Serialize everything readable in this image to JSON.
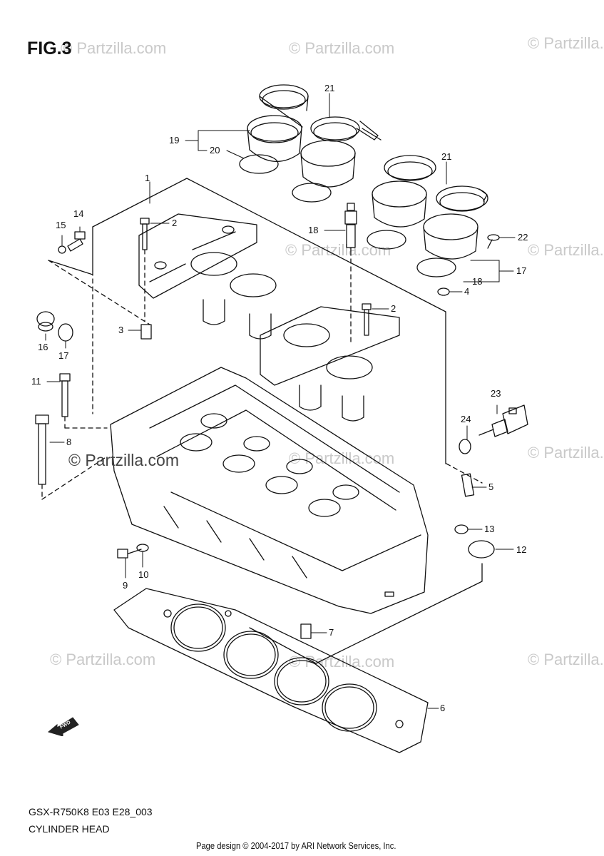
{
  "figure_label": "FIG.3",
  "watermark": "© Partzilla.com",
  "watermark_strong": "© Partzilla.com",
  "model_code": "GSX-R750K8 E03 E28_003",
  "diagram_title": "CYLINDER HEAD",
  "credit": "Page design © 2004-2017 by ARI Network Services, Inc.",
  "forward_label": "FWD",
  "callouts": {
    "c1": "1",
    "c2a": "2",
    "c2b": "2",
    "c3": "3",
    "c4": "4",
    "c5": "5",
    "c6": "6",
    "c7": "7",
    "c8": "8",
    "c9": "9",
    "c10": "10",
    "c11": "11",
    "c12": "12",
    "c13": "13",
    "c14": "14",
    "c15": "15",
    "c16": "16",
    "c17a": "17",
    "c17b": "17",
    "c18a": "18",
    "c18b": "18",
    "c19": "19",
    "c20": "20",
    "c21a": "21",
    "c21b": "21",
    "c22": "22",
    "c23": "23",
    "c24": "24"
  }
}
